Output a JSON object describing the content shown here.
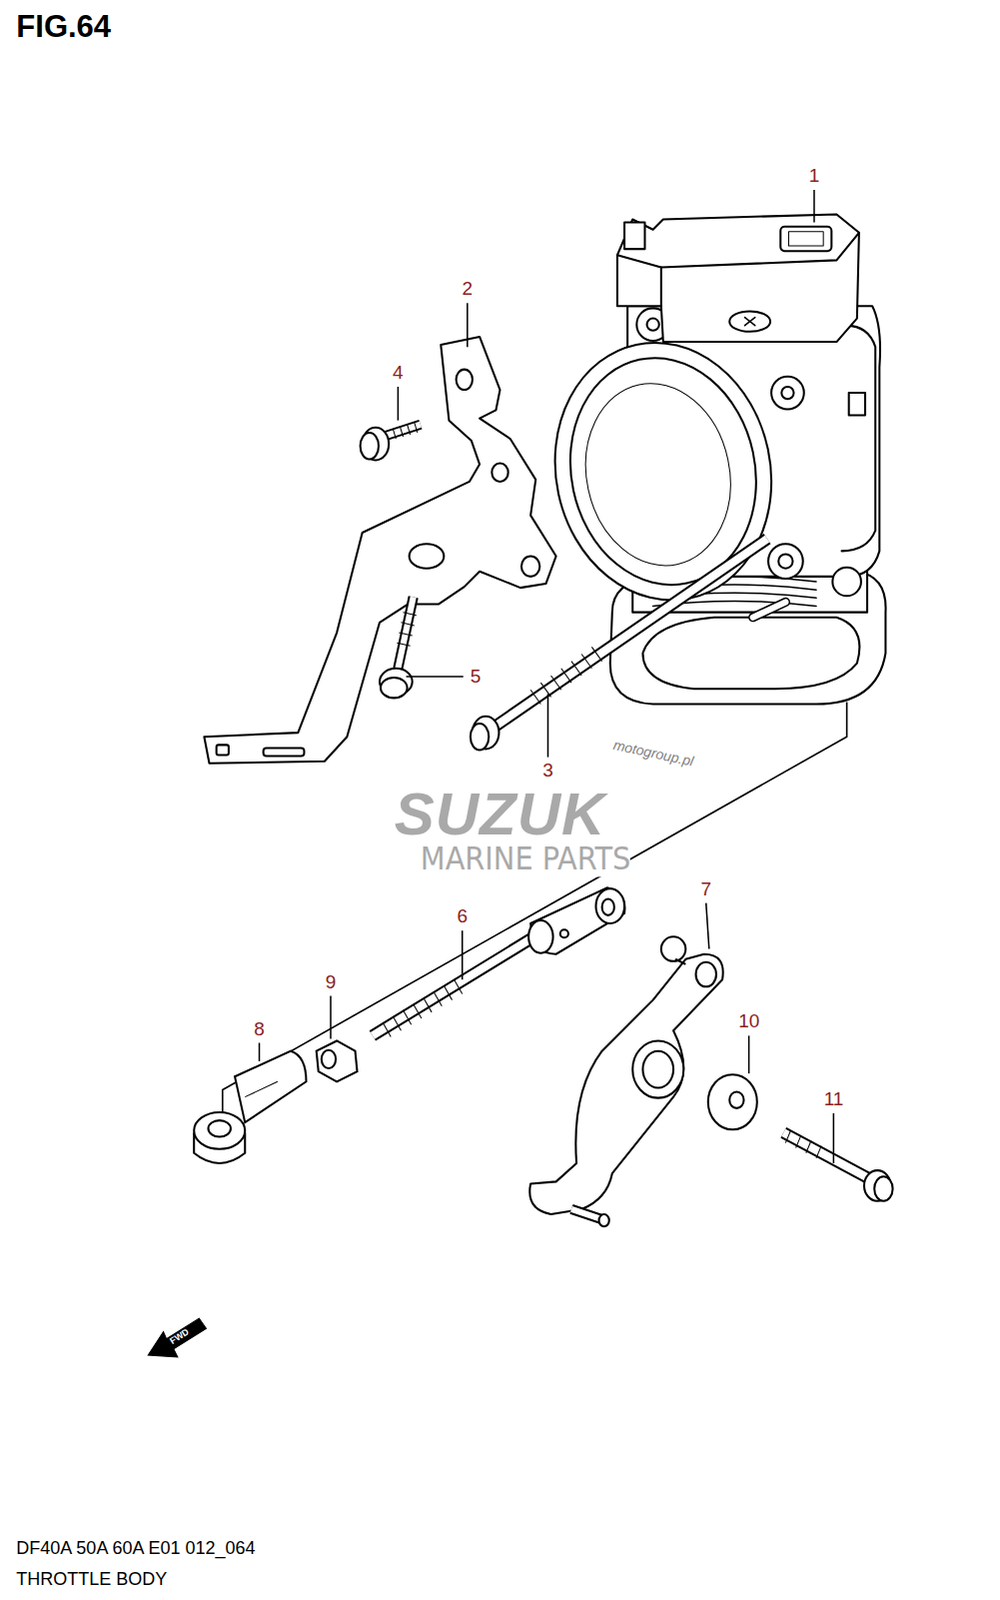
{
  "diagram": {
    "title": "FIG.64",
    "caption": "THROTTLE BODY",
    "labels": [
      "1",
      "2",
      "3",
      "4",
      "5",
      "6",
      "7",
      "8",
      "9",
      "10",
      "11",
      "SUZUK",
      "MARINE PARTS",
      "motogroup.pl",
      "FWD",
      "DF40A 50A 60A E01 012_064"
    ]
  }
}
